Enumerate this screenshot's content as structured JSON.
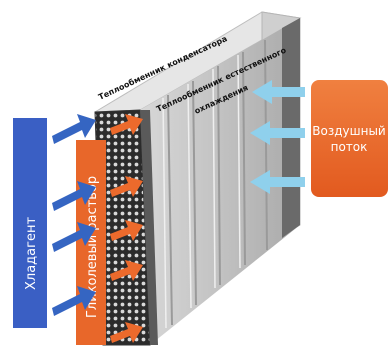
{
  "labels": {
    "condenser_hx": "Теплообменник конденсатора",
    "free_cooling_hx_line1": "Теплообменник естественного",
    "free_cooling_hx_line2": "охлаждения",
    "refrigerant": "Хладагент",
    "glycol": "Гликолевый раствор",
    "air_flow_line1": "Воздушный",
    "air_flow_line2": "поток"
  },
  "colors": {
    "refrigerant": "#3a5fc4",
    "glycol": "#e8672a",
    "air_box": "#ee6b2f",
    "air_arrows": "#8fd0ec",
    "blue_arrows": "#3565c2",
    "orange_arrows": "#ec6a2c"
  }
}
